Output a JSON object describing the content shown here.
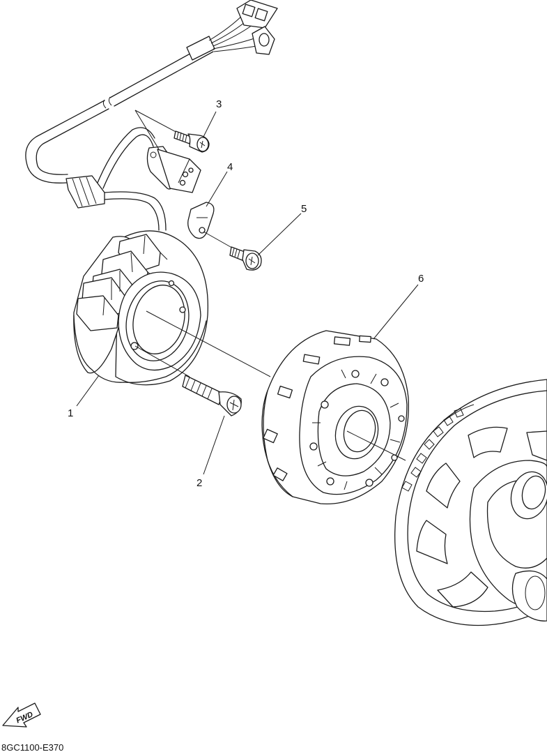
{
  "callouts": [
    {
      "id": "1",
      "label": "1"
    },
    {
      "id": "2",
      "label": "2"
    },
    {
      "id": "3",
      "label": "3"
    },
    {
      "id": "4",
      "label": "4"
    },
    {
      "id": "5",
      "label": "5"
    },
    {
      "id": "6",
      "label": "6"
    }
  ],
  "fwd_label": "FWD",
  "diagram_code": "8GC1100-E370"
}
